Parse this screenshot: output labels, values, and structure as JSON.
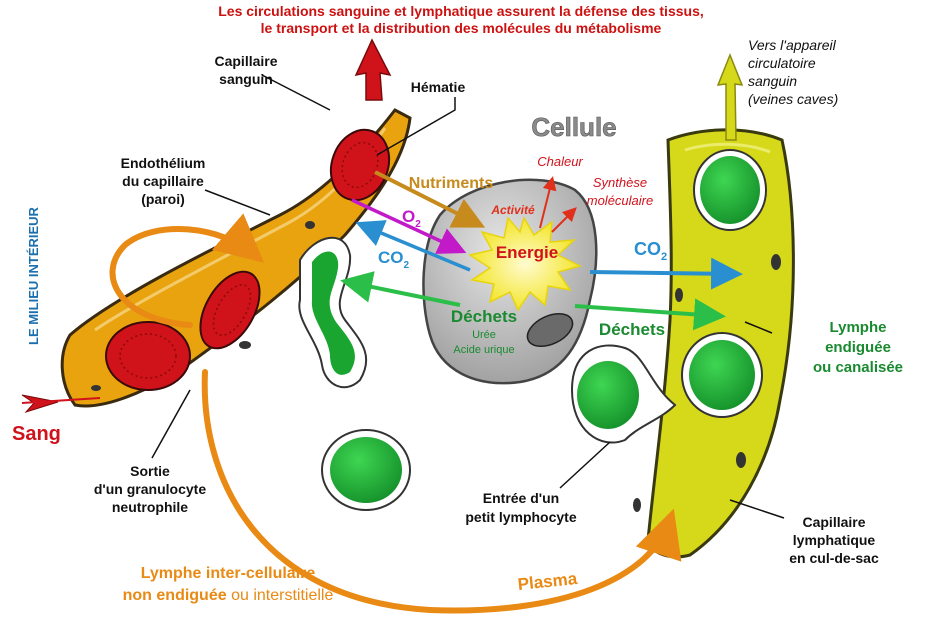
{
  "header": {
    "line1": "Les circulations sanguine et lymphatique assurent la défense des tissus,",
    "line2": "le transport et la distribution des molécules du métabolisme"
  },
  "side_title": "LE MILIEU INTÉRIEUR",
  "labels": {
    "capillaire_sanguin_1": "Capillaire",
    "capillaire_sanguin_2": "sanguin",
    "hematie": "Hématie",
    "endothelium_1": "Endothélium",
    "endothelium_2": "du capillaire",
    "endothelium_3": "(paroi)",
    "cellule": "Cellule",
    "nutriments": "Nutriments",
    "o2": "O",
    "o2_sub": "2",
    "co2_left": "CO",
    "co2_left_sub": "2",
    "co2_right": "CO",
    "co2_right_sub": "2",
    "energie": "Energie",
    "activite": "Activité",
    "chaleur": "Chaleur",
    "synthese_1": "Synthèse",
    "synthese_2": "moléculaire",
    "dechets_cell": "Déchets",
    "uree": "Urée",
    "acide_urique": "Acide urique",
    "dechets_right": "Déchets",
    "vers_1": "Vers l'appareil",
    "vers_2": "circulatoire",
    "vers_3": "sanguin",
    "vers_4": "(veines caves)",
    "lymphe_end_1": "Lymphe",
    "lymphe_end_2": "endiguée",
    "lymphe_end_3": "ou canalisée",
    "sang": "Sang",
    "sortie_1": "Sortie",
    "sortie_2": "d'un granulocyte",
    "sortie_3": "neutrophile",
    "entree_1": "Entrée d'un",
    "entree_2": "petit lymphocyte",
    "cap_lymph_1": "Capillaire",
    "cap_lymph_2": "lymphatique",
    "cap_lymph_3": "en cul-de-sac",
    "lymphe_inter_1": "Lymphe inter-cellulaire",
    "lymphe_inter_2a": "non endiguée",
    "lymphe_inter_2b": "ou interstitielle",
    "plasma": "Plasma"
  },
  "colors": {
    "header_red": "#cc1111",
    "side_blue": "#1a6fae",
    "blood_orange": "#e8a30f",
    "rbc_red": "#d0121b",
    "lymph_yellow": "#d6d81a",
    "cell_grey": "#c8c8c8",
    "green": "#1aa531",
    "arrow_gold": "#c78a1c",
    "arrow_magenta": "#c21ac8",
    "arrow_blue": "#2a8fd0",
    "arrow_green": "#2bbf4a",
    "plasma_orange": "#e88a14"
  }
}
